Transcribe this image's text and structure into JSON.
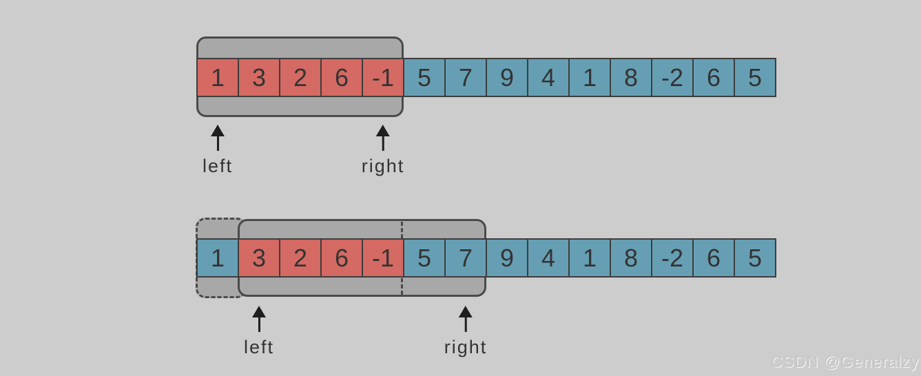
{
  "palette": {
    "background": "#cdcdcd",
    "window_fill": "#a8a8a8",
    "window_border": "#4a4a4a",
    "cell_border": "#3d3d3d",
    "red_cell": "#d46a63",
    "blue_cell": "#669fb4",
    "cell_text": "#333333",
    "arrow": "#1e1e1e",
    "watermark_text": "#c3c3c3"
  },
  "diagrams": [
    {
      "name": "sliding-window-before",
      "window_cell_range": [
        0,
        4
      ],
      "cells": [
        {
          "value": "1",
          "color": "red"
        },
        {
          "value": "3",
          "color": "red"
        },
        {
          "value": "2",
          "color": "red"
        },
        {
          "value": "6",
          "color": "red"
        },
        {
          "value": "-1",
          "color": "red"
        },
        {
          "value": "5",
          "color": "blue"
        },
        {
          "value": "7",
          "color": "blue"
        },
        {
          "value": "9",
          "color": "blue"
        },
        {
          "value": "4",
          "color": "blue"
        },
        {
          "value": "1",
          "color": "blue"
        },
        {
          "value": "8",
          "color": "blue"
        },
        {
          "value": "-2",
          "color": "blue"
        },
        {
          "value": "6",
          "color": "blue"
        },
        {
          "value": "5",
          "color": "blue"
        }
      ],
      "pointers": [
        {
          "label": "left",
          "cell_index": 0
        },
        {
          "label": "right",
          "cell_index": 4
        }
      ]
    },
    {
      "name": "sliding-window-after",
      "window_cell_range": [
        1,
        6
      ],
      "old_window_cell_range": [
        0,
        4
      ],
      "cells": [
        {
          "value": "1",
          "color": "blue"
        },
        {
          "value": "3",
          "color": "red"
        },
        {
          "value": "2",
          "color": "red"
        },
        {
          "value": "6",
          "color": "red"
        },
        {
          "value": "-1",
          "color": "red"
        },
        {
          "value": "5",
          "color": "blue"
        },
        {
          "value": "7",
          "color": "blue"
        },
        {
          "value": "9",
          "color": "blue"
        },
        {
          "value": "4",
          "color": "blue"
        },
        {
          "value": "1",
          "color": "blue"
        },
        {
          "value": "8",
          "color": "blue"
        },
        {
          "value": "-2",
          "color": "blue"
        },
        {
          "value": "6",
          "color": "blue"
        },
        {
          "value": "5",
          "color": "blue"
        }
      ],
      "pointers": [
        {
          "label": "left",
          "cell_index": 1
        },
        {
          "label": "right",
          "cell_index": 6
        }
      ]
    }
  ],
  "watermark": "CSDN @Generalzy"
}
